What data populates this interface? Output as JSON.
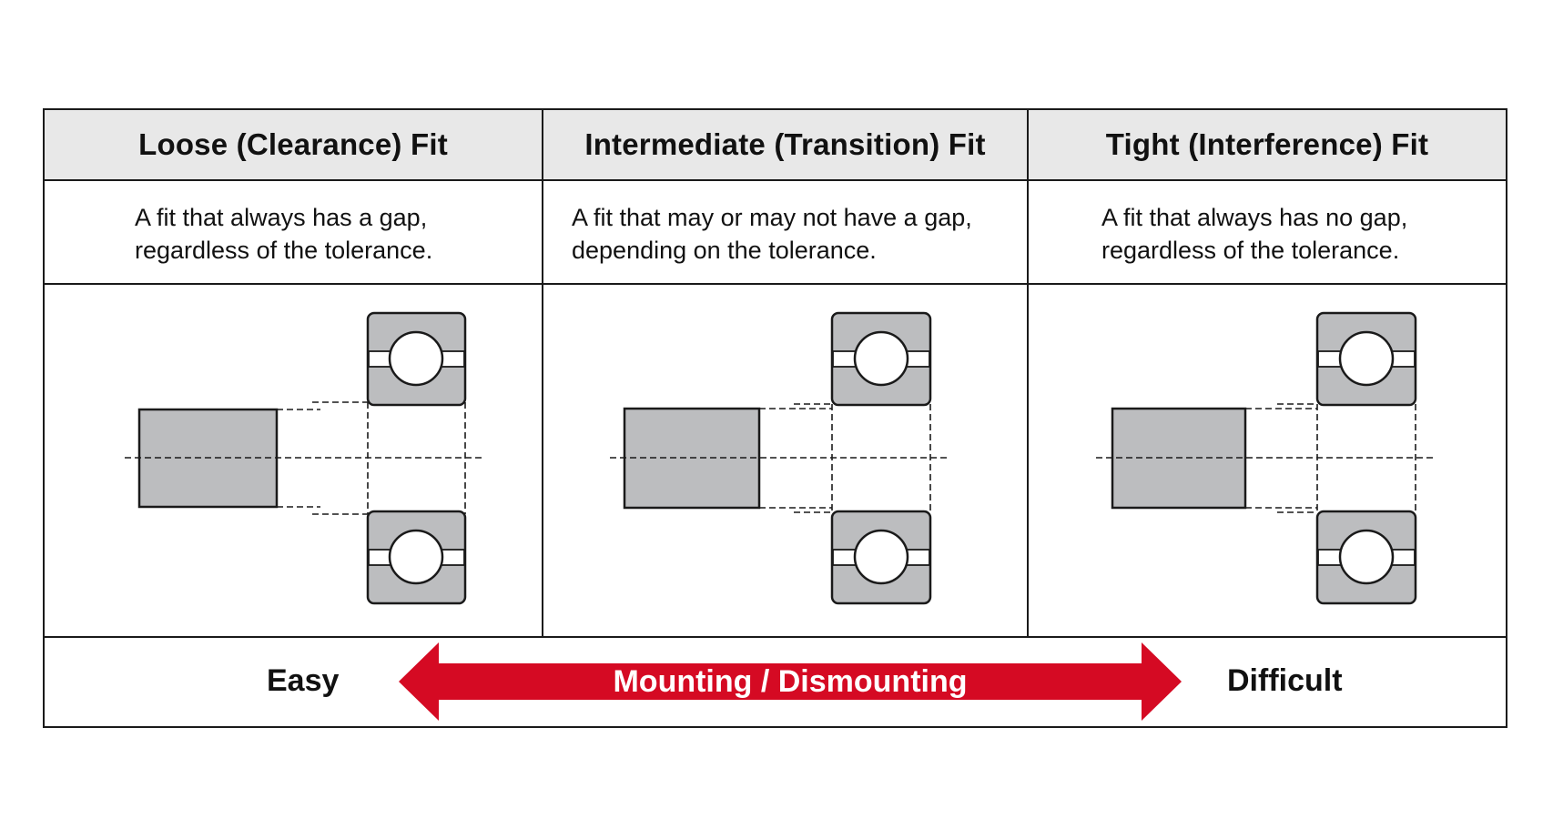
{
  "columns": [
    {
      "title": "Loose (Clearance) Fit",
      "description": "A fit that always has a gap,\nregardless of the tolerance."
    },
    {
      "title": "Intermediate (Transition) Fit",
      "description": "A fit that may or may not have a gap,\ndepending on the tolerance."
    },
    {
      "title": "Tight (Interference) Fit",
      "description": "A fit that always has no gap,\nregardless of the tolerance."
    }
  ],
  "footer": {
    "left_label": "Easy",
    "arrow_label": "Mounting / Dismounting",
    "right_label": "Difficult"
  },
  "colors": {
    "arrow": "#d50a23",
    "part_fill": "#bcbdbf",
    "header_bg": "#e8e8e8"
  }
}
